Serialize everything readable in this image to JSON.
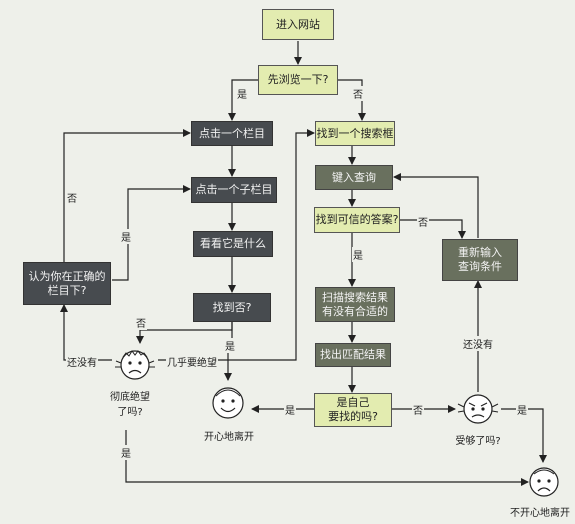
{
  "nodes": {
    "enter_site": "进入网站",
    "browse_first": "先浏览一下?",
    "click_category": "点击一个栏目",
    "click_subcategory": "点击一个子栏目",
    "see_what": "看看它是什么",
    "found_it": "找到否?",
    "right_section_line1": "认为你在正确的",
    "right_section_line2": "栏目下?",
    "find_search_box": "找到一个搜索框",
    "type_query": "键入查询",
    "find_answer": "找到可信的答案?",
    "scan_line1": "扫描搜索结果",
    "scan_line2": "有没有合适的",
    "find_match": "找出匹配结果",
    "is_it_line1": "是自己",
    "is_it_line2": "要找的吗?",
    "reenter_line1": "重新输入",
    "reenter_line2": "查询条件"
  },
  "labels": {
    "yes": "是",
    "no": "否",
    "not_yet": "还没有",
    "almost_despair": "几乎要绝望",
    "totally_despair_line1": "彻底绝望",
    "totally_despair_line2": "了吗?",
    "leave_happy": "开心地离开",
    "had_enough": "受够了吗?",
    "leave_unhappy": "不开心地离开"
  }
}
